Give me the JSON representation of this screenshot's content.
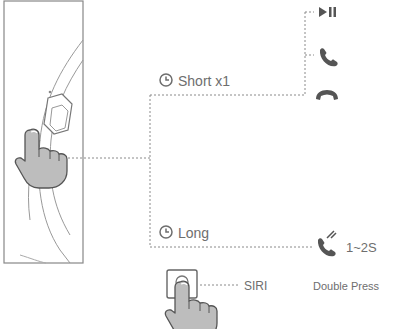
{
  "diagram": {
    "labels": [
      "Short x1",
      "Long",
      "1~2S",
      "SIRI",
      "Double Press"
    ]
  }
}
